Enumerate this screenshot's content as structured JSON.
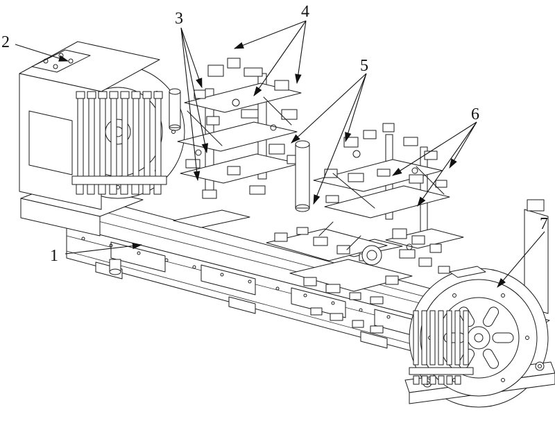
{
  "figure": {
    "background": "#ffffff",
    "ink": "#1a1a1a",
    "callouts": [
      {
        "id": "callout-1",
        "label": "1"
      },
      {
        "id": "callout-2",
        "label": "2"
      },
      {
        "id": "callout-3",
        "label": "3"
      },
      {
        "id": "callout-4",
        "label": "4"
      },
      {
        "id": "callout-5",
        "label": "5"
      },
      {
        "id": "callout-6",
        "label": "6"
      },
      {
        "id": "callout-7",
        "label": "7"
      }
    ]
  }
}
